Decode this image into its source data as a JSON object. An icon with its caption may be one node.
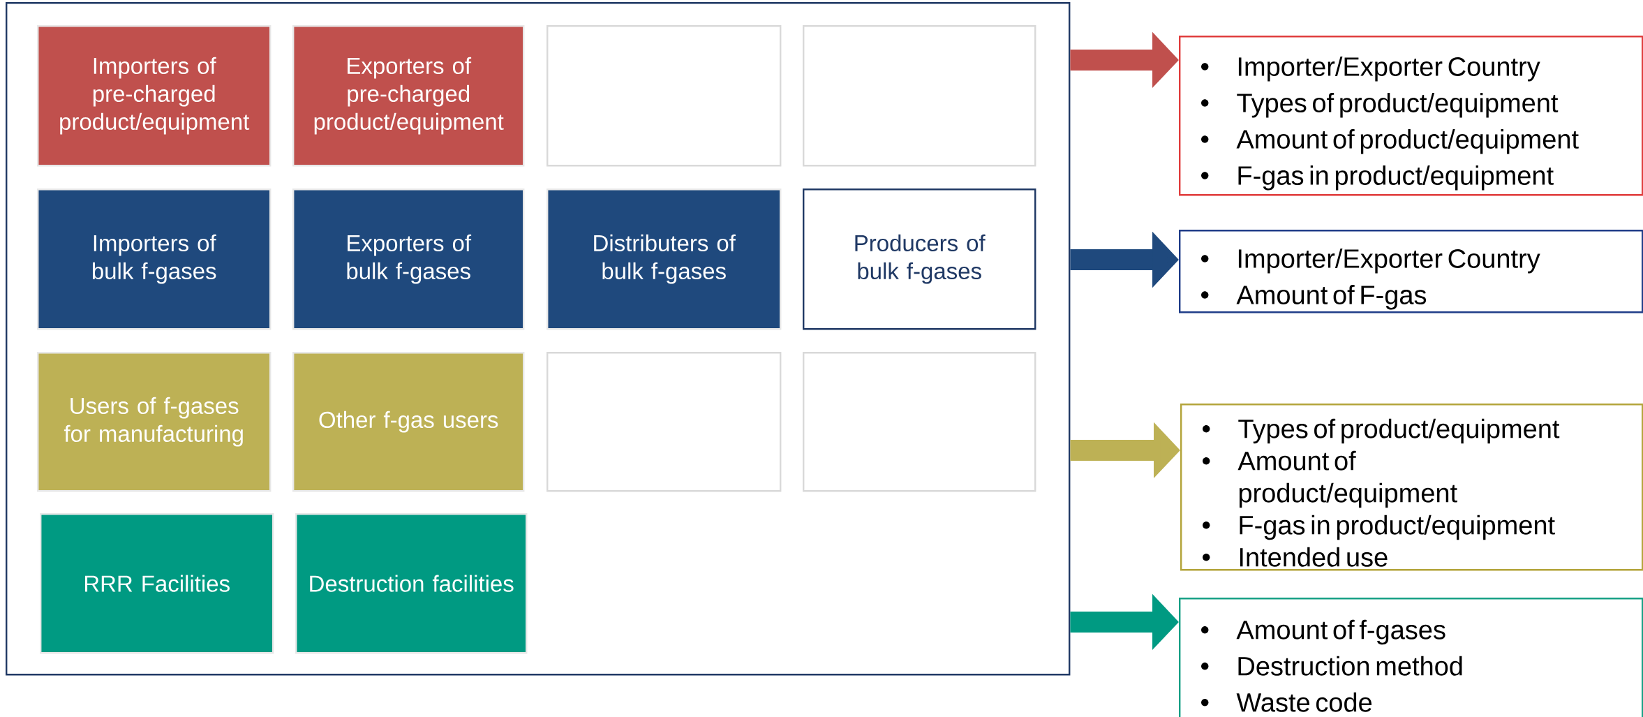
{
  "diagram": {
    "nodes": [
      {
        "text": [],
        "shape": "box"
      },
      {
        "text": [
          "Importers of pre-charged product/equipment"
        ],
        "in": 0
      },
      {
        "text": [
          "Exporters of pre-charged product/equipment"
        ],
        "in": 0
      },
      {
        "text": [],
        "shape": "box",
        "in": 0
      },
      {
        "text": [],
        "shape": "box",
        "in": 0
      },
      {
        "text": [
          "Importers of bulk f-gases"
        ],
        "in": 0
      },
      {
        "text": [
          "Exporters of bulk f-gases"
        ],
        "in": 0
      },
      {
        "text": [
          "Distributers of bulk f-gases"
        ],
        "in": 0
      },
      {
        "text": [
          "Producers of bulk f-gases"
        ],
        "in": 0
      },
      {
        "text": [
          "Users of f-gases for manufacturing"
        ],
        "in": 0
      },
      {
        "text": [
          "Other f-gas users"
        ],
        "in": 0
      },
      {
        "text": [],
        "shape": "box",
        "in": 0
      },
      {
        "text": [],
        "shape": "box",
        "in": 0
      },
      {
        "text": [
          "RRR Facilities"
        ],
        "in": 0
      },
      {
        "text": [
          "Destruction facilities"
        ],
        "in": 0
      },
      {
        "text": [
          "Importer/Exporter Country",
          "Types of product/equipment",
          "Amount of product/equipment",
          "F-gas in product/equipment"
        ]
      },
      {
        "text": [
          "Importer/Exporter Country",
          "Amount of F-gas"
        ]
      },
      {
        "text": [
          "Types of product/equipment",
          "Amount of product/equipment",
          "F-gas in product/equipment",
          "Intended use"
        ]
      },
      {
        "text": [
          "Amount of f-gases",
          "Destruction method",
          "Waste code"
        ]
      }
    ],
    "edges": [
      {
        "from": 0,
        "to": 15,
        "arrow": "to",
        "color": "#c0504d"
      },
      {
        "from": 0,
        "to": 16,
        "arrow": "to",
        "color": "#1f497d"
      },
      {
        "from": 0,
        "to": 17,
        "arrow": "to",
        "color": "#bdb155"
      },
      {
        "from": 0,
        "to": 18,
        "arrow": "to",
        "color": "#009a82"
      }
    ]
  }
}
